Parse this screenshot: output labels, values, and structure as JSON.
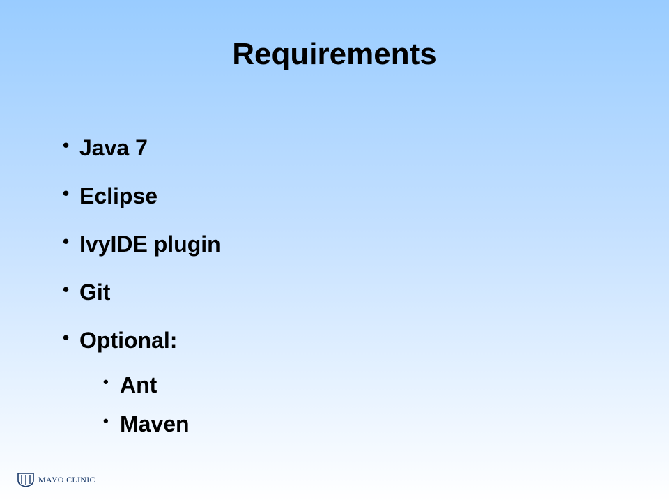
{
  "slide": {
    "title": "Requirements",
    "bullets": [
      {
        "text": "Java 7"
      },
      {
        "text": "Eclipse"
      },
      {
        "text": "IvyIDE plugin"
      },
      {
        "text": "Git"
      },
      {
        "text": "Optional:"
      }
    ],
    "sub_bullets": [
      {
        "text": "Ant"
      },
      {
        "text": "Maven"
      }
    ],
    "bullet_glyph": "•",
    "logo_text": "MAYO CLINIC",
    "colors": {
      "text": "#000000",
      "background_top": "#99ccff",
      "background_bottom": "#ffffff",
      "logo": "#1a3a6a"
    },
    "icons": {
      "logo": "mayo-clinic-shield-icon"
    }
  }
}
